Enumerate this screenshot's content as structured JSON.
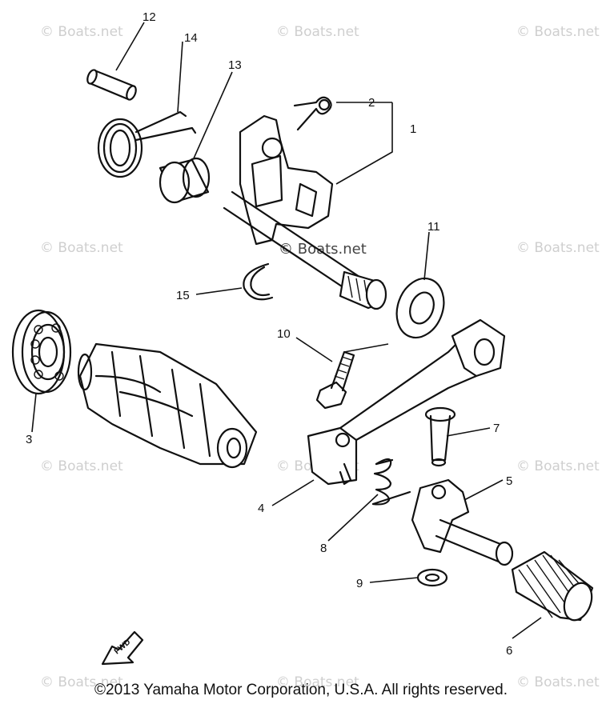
{
  "watermark": "© Boats.net",
  "callouts": {
    "c1": "1",
    "c2": "2",
    "c3": "3",
    "c4": "4",
    "c5": "5",
    "c6": "6",
    "c7": "7",
    "c8": "8",
    "c9": "9",
    "c10": "10",
    "c11": "11",
    "c12": "12",
    "c13": "13",
    "c14": "14",
    "c15": "15"
  },
  "fwd_label": "FWD",
  "copyright": "©2013 Yamaha Motor Corporation, U.S.A. All rights reserved."
}
